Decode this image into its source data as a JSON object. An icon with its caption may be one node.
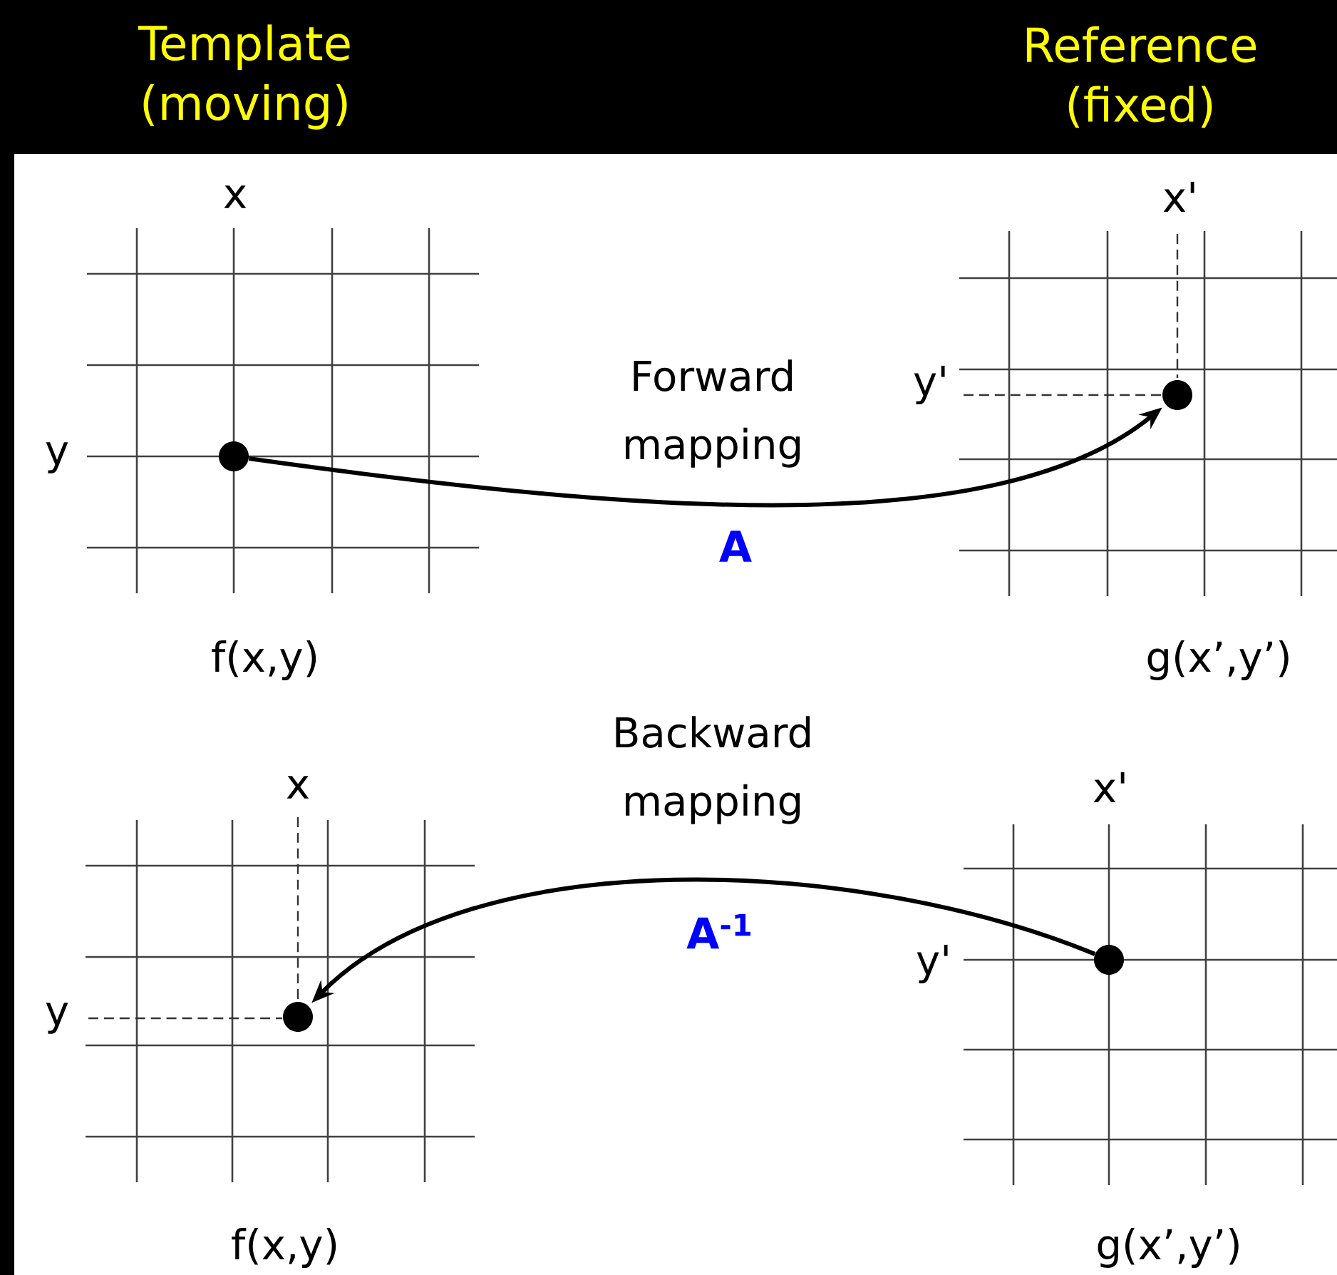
{
  "diagram": {
    "nodes": [
      {
        "text": [],
        "shape": "circle"
      },
      {
        "text": [],
        "shape": "circle"
      },
      {
        "text": [],
        "shape": "circle"
      },
      {
        "text": [],
        "shape": "circle"
      }
    ],
    "edges": [
      {
        "from": 0,
        "to": 1,
        "arrow": "to",
        "label": "A"
      },
      {
        "from": 2,
        "to": 3,
        "arrow": "to",
        "label": "A$^{-1}$"
      }
    ],
    "labels": [
      "Template (moving)",
      "Reference (fixed)",
      "x",
      "x'",
      "Forward mapping",
      "y'",
      "y",
      "f(x,y)",
      "g(x’,y’)",
      "Backward mapping",
      "x",
      "x'",
      "y'",
      "y",
      "f(x,y)",
      "g(x’,y’)"
    ]
  }
}
